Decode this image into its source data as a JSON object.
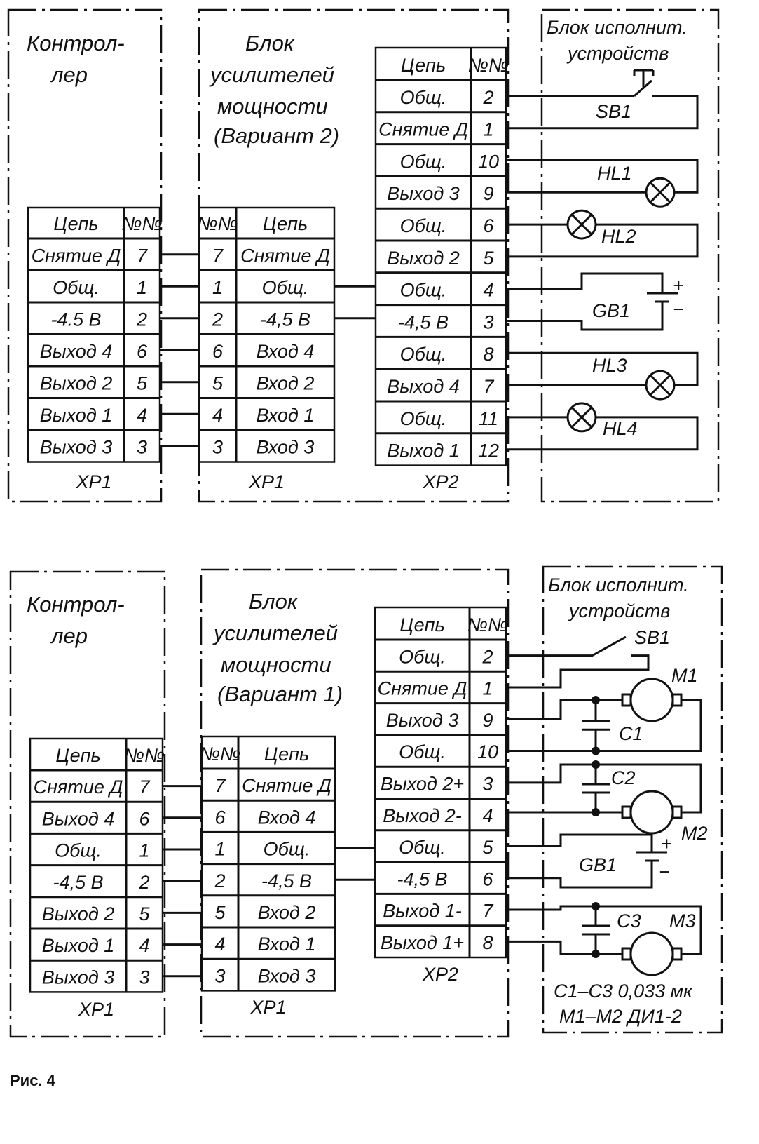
{
  "top": {
    "controller_title": [
      "Контрол-",
      "лер"
    ],
    "amp_title": [
      "Блок",
      "усилителей",
      "мощности",
      "(Вариант 2)"
    ],
    "exec_title": [
      "Блок исполнит.",
      "устройств"
    ],
    "ctrl_table": {
      "header": [
        "Цепь",
        "№№"
      ],
      "label": "XP1",
      "rows": [
        [
          "Снятие Д",
          "7"
        ],
        [
          "Общ.",
          "1"
        ],
        [
          "-4.5 В",
          "2"
        ],
        [
          "Выход 4",
          "6"
        ],
        [
          "Выход 2",
          "5"
        ],
        [
          "Выход 1",
          "4"
        ],
        [
          "Выход 3",
          "3"
        ]
      ]
    },
    "amp_in_table": {
      "header": [
        "№№",
        "Цепь"
      ],
      "label": "XP1",
      "rows": [
        [
          "7",
          "Снятие Д"
        ],
        [
          "1",
          "Общ."
        ],
        [
          "2",
          "-4,5 В"
        ],
        [
          "6",
          "Вход 4"
        ],
        [
          "5",
          "Вход 2"
        ],
        [
          "4",
          "Вход 1"
        ],
        [
          "3",
          "Вход 3"
        ]
      ]
    },
    "amp_out_table": {
      "header": [
        "Цепь",
        "№№"
      ],
      "label": "XP2",
      "rows": [
        [
          "Общ.",
          "2"
        ],
        [
          "Снятие Д",
          "1"
        ],
        [
          "Общ.",
          "10"
        ],
        [
          "Выход 3",
          "9"
        ],
        [
          "Общ.",
          "6"
        ],
        [
          "Выход 2",
          "5"
        ],
        [
          "Общ.",
          "4"
        ],
        [
          "-4,5 В",
          "3"
        ],
        [
          "Общ.",
          "8"
        ],
        [
          "Выход 4",
          "7"
        ],
        [
          "Общ.",
          "11"
        ],
        [
          "Выход 1",
          "12"
        ]
      ]
    },
    "components": {
      "sb1": "SB1",
      "hl1": "HL1",
      "hl2": "HL2",
      "gb1": "GB1",
      "hl3": "HL3",
      "hl4": "HL4",
      "plus": "+",
      "minus": "−"
    }
  },
  "bottom": {
    "controller_title": [
      "Контрол-",
      "лер"
    ],
    "amp_title": [
      "Блок",
      "усилителей",
      "мощности",
      "(Вариант 1)"
    ],
    "exec_title": [
      "Блок исполнит.",
      "устройств"
    ],
    "ctrl_table": {
      "header": [
        "Цепь",
        "№№"
      ],
      "label": "XP1",
      "rows": [
        [
          "Снятие Д",
          "7"
        ],
        [
          "Выход 4",
          "6"
        ],
        [
          "Общ.",
          "1"
        ],
        [
          "-4,5 В",
          "2"
        ],
        [
          "Выход 2",
          "5"
        ],
        [
          "Выход 1",
          "4"
        ],
        [
          "Выход 3",
          "3"
        ]
      ]
    },
    "amp_in_table": {
      "header": [
        "№№",
        "Цепь"
      ],
      "label": "XP1",
      "rows": [
        [
          "7",
          "Снятие Д"
        ],
        [
          "6",
          "Вход 4"
        ],
        [
          "1",
          "Общ."
        ],
        [
          "2",
          "-4,5 В"
        ],
        [
          "5",
          "Вход 2"
        ],
        [
          "4",
          "Вход 1"
        ],
        [
          "3",
          "Вход 3"
        ]
      ]
    },
    "amp_out_table": {
      "header": [
        "Цепь",
        "№№"
      ],
      "label": "XP2",
      "rows": [
        [
          "Общ.",
          "2"
        ],
        [
          "Снятие Д",
          "1"
        ],
        [
          "Выход 3",
          "9"
        ],
        [
          "Общ.",
          "10"
        ],
        [
          "Выход 2+",
          "3"
        ],
        [
          "Выход 2-",
          "4"
        ],
        [
          "Общ.",
          "5"
        ],
        [
          "-4,5 В",
          "6"
        ],
        [
          "Выход 1-",
          "7"
        ],
        [
          "Выход 1+",
          "8"
        ]
      ]
    },
    "components": {
      "sb1": "SB1",
      "m1": "M1",
      "c1": "C1",
      "c2": "C2",
      "m2": "M2",
      "gb1": "GB1",
      "c3": "C3",
      "m3": "M3",
      "plus": "+",
      "minus": "−"
    },
    "notes": [
      "C1–C3   0,033 мк",
      "M1–M2  ДИ1-2"
    ]
  },
  "caption": "Рис. 4"
}
